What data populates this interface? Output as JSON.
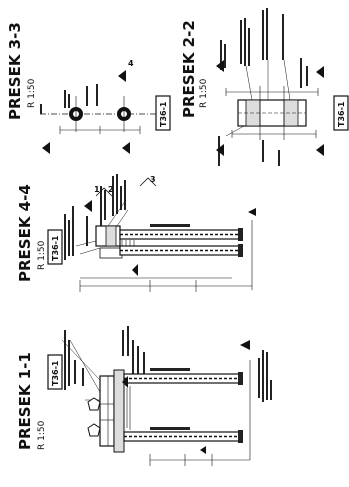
{
  "sections": [
    {
      "id": "s11",
      "title": "PRESEK 1-1",
      "scale": "R 1:50",
      "tag": "T36-1"
    },
    {
      "id": "s44",
      "title": "PRESEK 4-4",
      "scale": "R 1:50",
      "tag": "T36-1"
    },
    {
      "id": "s33",
      "title": "PRESEK 3-3",
      "scale": "R 1:50",
      "tag": "T36-1"
    },
    {
      "id": "s22",
      "title": "PRESEK 2-2",
      "scale": "R 1:50",
      "tag": "T36-1"
    }
  ],
  "marks": [
    "1",
    "2",
    "3",
    "4"
  ]
}
